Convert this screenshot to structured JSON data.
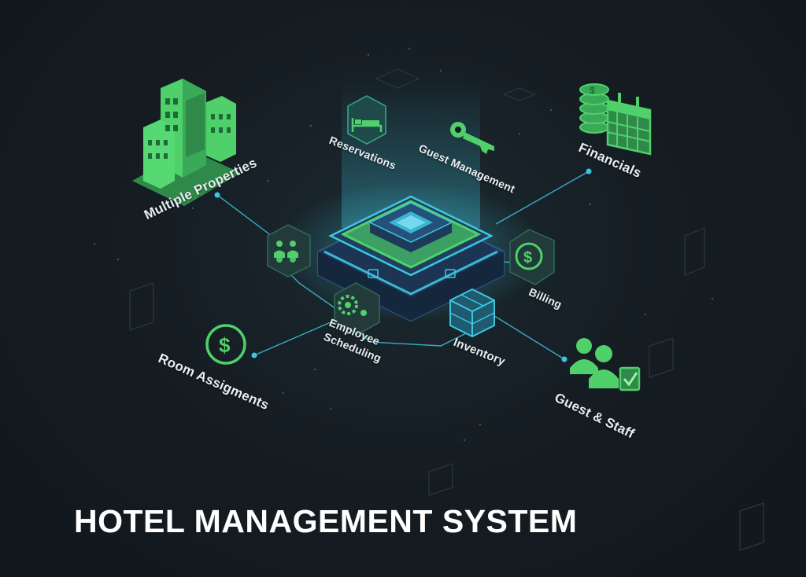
{
  "title": "HOTEL MANAGEMENT SYSTEM",
  "modules": {
    "multiple_properties": "Multiple Properties",
    "reservations": "Reservations",
    "guest_management": "Guest Management",
    "financials": "Financials",
    "billing": "Billing",
    "employee_scheduling_line1": "Employee",
    "employee_scheduling_line2": "Scheduling",
    "inventory": "Inventory",
    "room_assignments": "Room Assigments",
    "guest_staff": "Guest & Staff"
  },
  "colors": {
    "background": "#141b21",
    "accent_green": "#4fd06a",
    "accent_cyan": "#3ec6e0",
    "hub_blue": "#2c5a8c",
    "text": "#e8eef0"
  },
  "icons": [
    "buildings-icon",
    "bed-icon",
    "key-icon",
    "coins-calendar-icon",
    "dollar-coin-icon",
    "people-group-icon",
    "gear-people-icon",
    "boxes-icon",
    "guest-staff-check-icon"
  ]
}
